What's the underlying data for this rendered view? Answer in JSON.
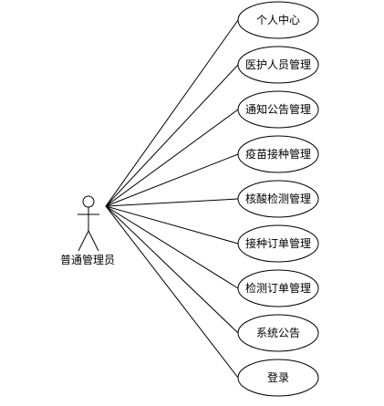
{
  "actor": {
    "name": "普通管理员"
  },
  "use_cases": [
    {
      "label": "个人中心"
    },
    {
      "label": "医护人员管理"
    },
    {
      "label": "通知公告管理"
    },
    {
      "label": "疫苗接种管理"
    },
    {
      "label": "核酸检测管理"
    },
    {
      "label": "接种订单管理"
    },
    {
      "label": "检测订单管理"
    },
    {
      "label": "系统公告"
    },
    {
      "label": "登录"
    }
  ]
}
